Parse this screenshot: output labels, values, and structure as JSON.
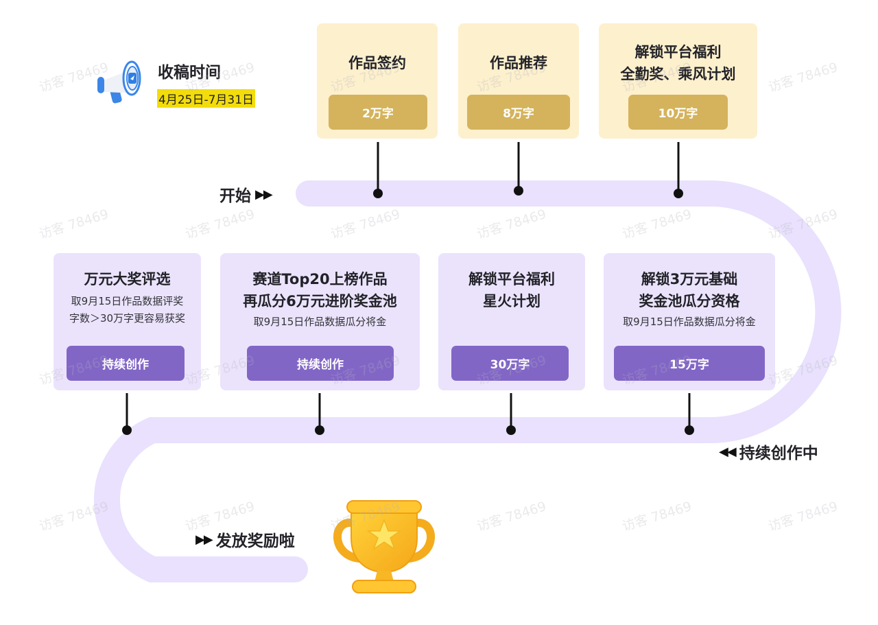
{
  "header": {
    "title": "收稿时间",
    "date_range": "4月25日-7月31日",
    "icon": "megaphone-icon"
  },
  "path_labels": {
    "start": "开始",
    "continuing": "持续创作中",
    "reward": "发放奖励啦",
    "arrow_forward": "▶▶",
    "arrow_back": "◀◀"
  },
  "top_milestones": [
    {
      "title_lines": [
        "作品签约"
      ],
      "badge": "2万字"
    },
    {
      "title_lines": [
        "作品推荐"
      ],
      "badge": "8万字"
    },
    {
      "title_lines": [
        "解锁平台福利",
        "全勤奖、乘风计划"
      ],
      "badge": "10万字"
    }
  ],
  "bottom_milestones": [
    {
      "title_lines": [
        "万元大奖评选"
      ],
      "desc_lines": [
        "取9月15日作品数据评奖",
        "字数＞30万字更容易获奖"
      ],
      "badge": "持续创作"
    },
    {
      "title_lines": [
        "赛道Top20上榜作品",
        "再瓜分6万元进阶奖金池"
      ],
      "desc_lines": [
        "取9月15日作品数据瓜分将金"
      ],
      "badge": "持续创作"
    },
    {
      "title_lines": [
        "解锁平台福利",
        "星火计划"
      ],
      "desc_lines": [],
      "badge": "30万字"
    },
    {
      "title_lines": [
        "解锁3万元基础",
        "奖金池瓜分资格"
      ],
      "desc_lines": [
        "取9月15日作品数据瓜分将金"
      ],
      "badge": "15万字"
    }
  ],
  "trophy": {
    "icon": "trophy-icon"
  },
  "watermark": "访客 78469",
  "colors": {
    "gold_card": "#fdf0cd",
    "gold_badge": "#d4b35c",
    "lavender_card": "#ebe3fc",
    "purple_badge": "#8266c6",
    "track": "#e9e1fd",
    "highlight": "#f2dc0c"
  }
}
